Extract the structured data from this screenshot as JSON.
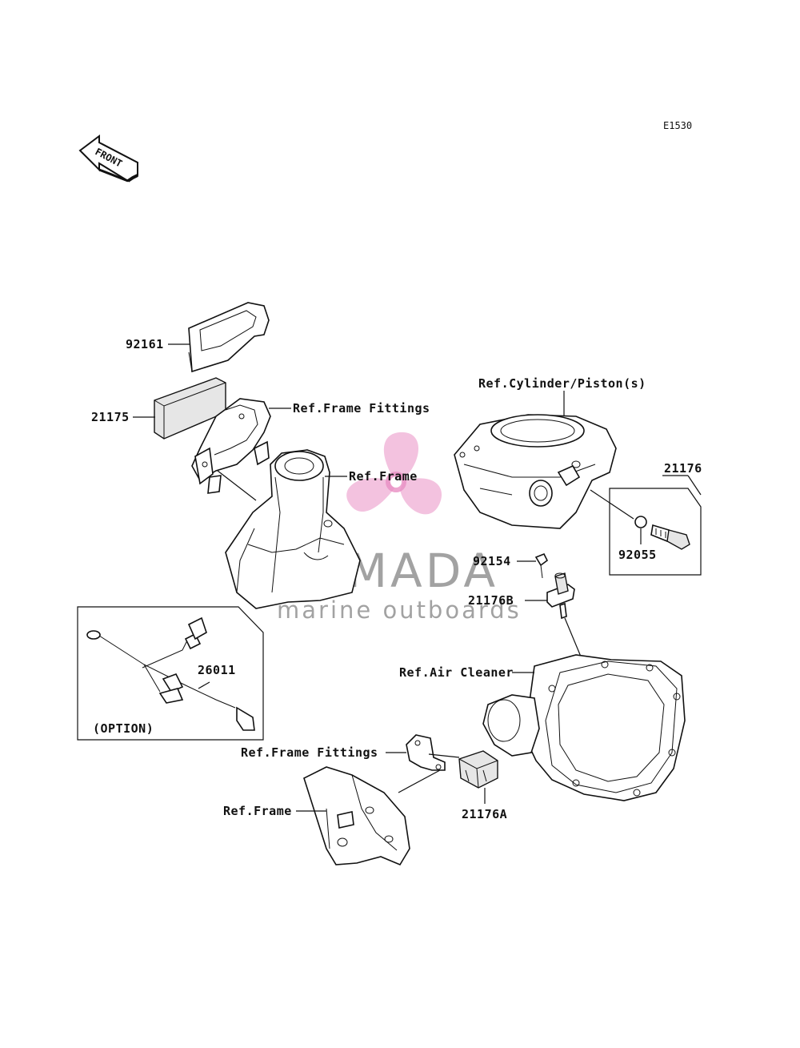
{
  "diagram_code": "E1530",
  "front_arrow": {
    "text": "FRONT",
    "icon": "front-arrow-icon"
  },
  "labels": {
    "p92161": "92161",
    "p21175": "21175",
    "ref_frame_fittings_top": "Ref.Frame Fittings",
    "ref_frame_top": "Ref.Frame",
    "ref_cylinder": "Ref.Cylinder/Piston(s)",
    "p21176": "21176",
    "p92055": "92055",
    "p92154": "92154",
    "p21176B": "21176B",
    "p26011": "26011",
    "option": "(OPTION)",
    "ref_air_cleaner": "Ref.Air Cleaner",
    "ref_frame_fittings_bottom": "Ref.Frame Fittings",
    "ref_frame_bottom": "Ref.Frame",
    "p21176A": "21176A"
  },
  "watermark": {
    "title": "ARMADA",
    "subtitle": "marine outboards",
    "logo_icon": "propeller-logo-icon",
    "logo_color": "#e98fc4"
  }
}
